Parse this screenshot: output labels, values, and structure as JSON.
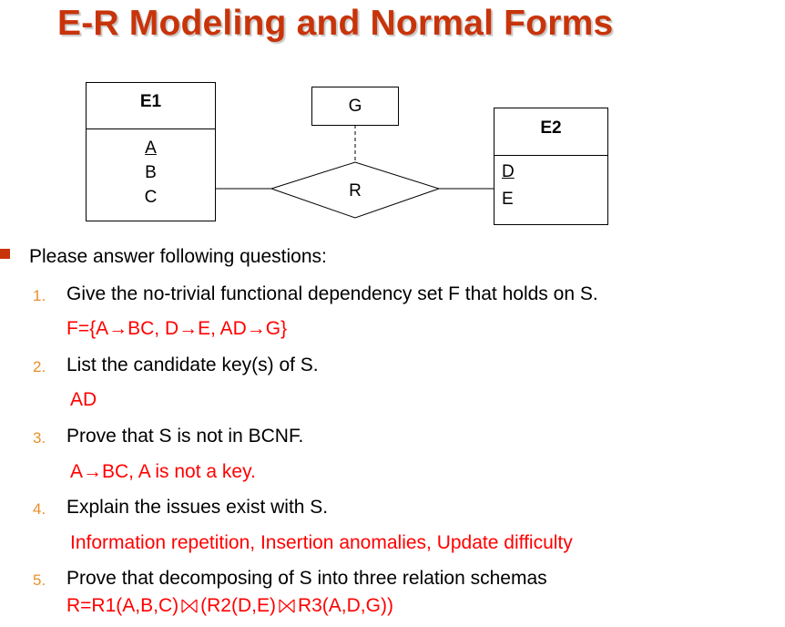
{
  "title": "E-R Modeling and Normal Forms",
  "diagram": {
    "entity1": {
      "name": "E1",
      "attributes": [
        "A",
        "B",
        "C"
      ],
      "key": "A"
    },
    "entity2": {
      "name": "E2",
      "attributes": [
        "D",
        "E"
      ],
      "key": "D"
    },
    "relationship": {
      "name": "R",
      "attribute": "G"
    }
  },
  "prompt": "Please answer following questions:",
  "questions": [
    {
      "num": "1.",
      "text": "Give the no-trivial functional dependency set F that holds on S.",
      "answer": "F={A→BC, D→E, AD→G}"
    },
    {
      "num": "2.",
      "text": "List the candidate key(s) of S.",
      "answer": "AD"
    },
    {
      "num": "3.",
      "text": "Prove that  S is not in BCNF.",
      "answer": "A→BC, A is not a key."
    },
    {
      "num": "4.",
      "text": "Explain the issues exist with S.",
      "answer": "Information repetition, Insertion anomalies, Update difficulty"
    },
    {
      "num": "5.",
      "text": "Prove that decomposing of S into three relation schemas",
      "answer_parts": [
        "R=R1(A,B,C)",
        "(R2(D,E)",
        "R3(A,D,G))"
      ]
    }
  ],
  "colors": {
    "title": "#c8340a",
    "answer": "#ff0000",
    "number": "#e8902c",
    "bullet": "#c8340a"
  },
  "icons": {
    "join": "natural-join-bowtie-icon",
    "bullet": "square-bullet-icon"
  }
}
